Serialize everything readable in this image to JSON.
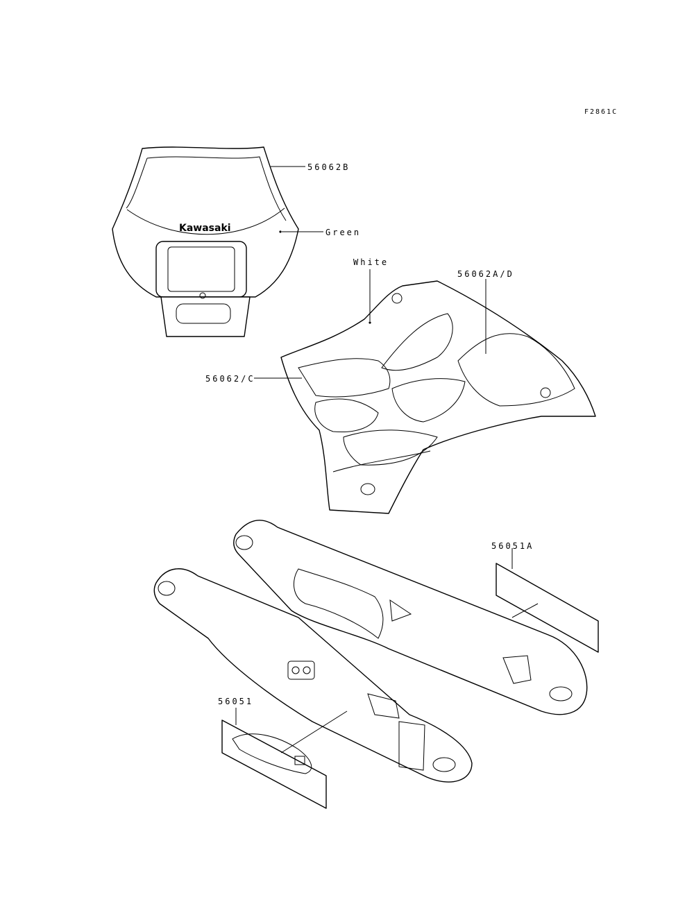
{
  "diagram": {
    "ref_code": "F2861C",
    "logo_text": "Kawasaki",
    "labels": {
      "headlight_cover_part": "56062B",
      "headlight_color": "Green",
      "shroud_color": "White",
      "shroud_part_upper": "56062A/D",
      "shroud_part_lower": "56062/C",
      "swingarm_decal_right": "56051A",
      "swingarm_decal_left": "56051"
    }
  }
}
